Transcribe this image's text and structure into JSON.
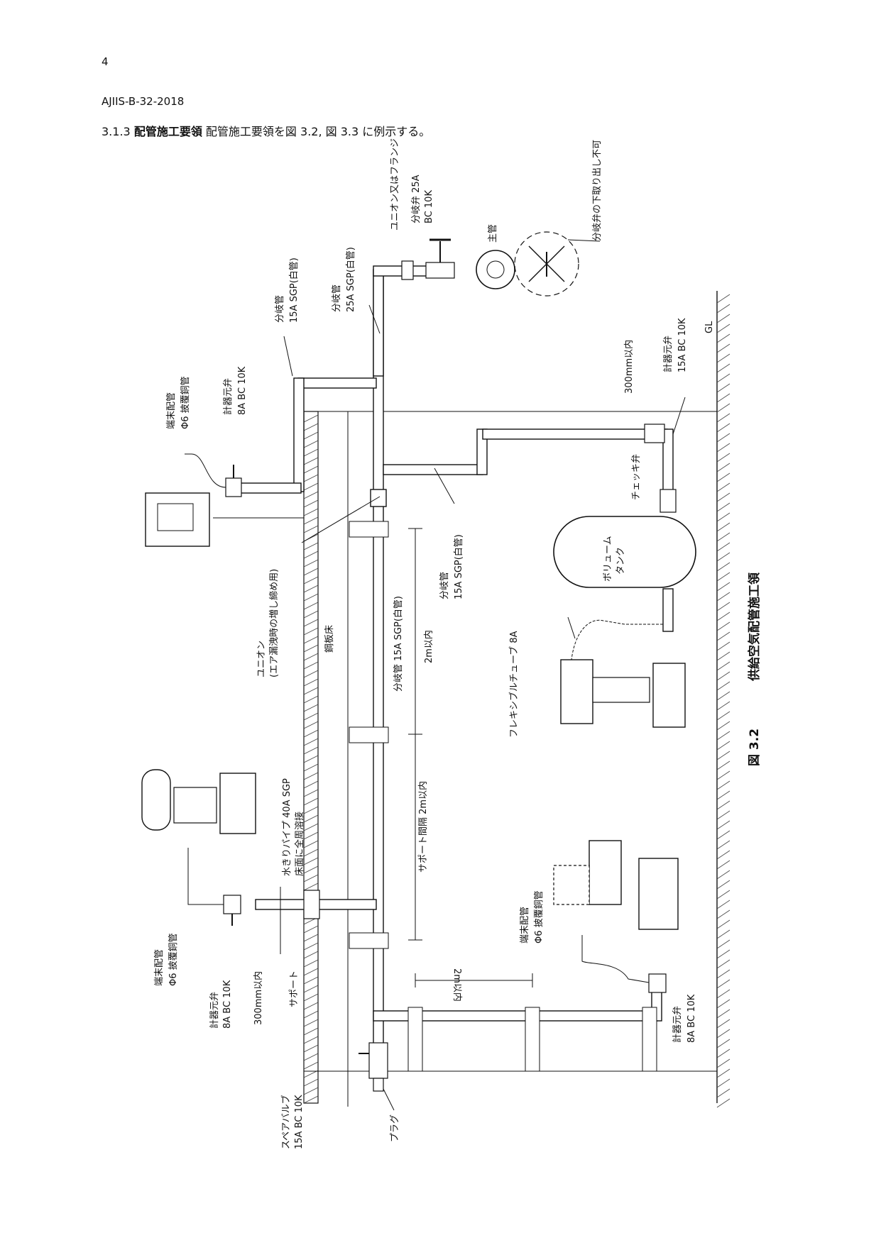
{
  "header": {
    "page_number": "4",
    "standard_code": "AJIIS-B-32-2018",
    "section_number": "3.1.3",
    "section_title": "配管施工要領",
    "section_body": "配管施工要領を図 3.2, 図 3.3 に例示する。"
  },
  "figure": {
    "caption_number": "図 3.2",
    "caption_title": "供給空気配管施工領",
    "labels": {
      "union_or_flange": "ユニオン又はフランジ",
      "branch_valve": "分岐弁 25A",
      "branch_valve_rating": "BC 10K",
      "main_pipe": "主管",
      "no_bottom_takeoff": "分岐弁の下取り出し不可",
      "branch_pipe_25a_1": "分岐管",
      "branch_pipe_25a_2": "25A SGP(白管)",
      "branch_pipe_15a_1": "分岐管",
      "branch_pipe_15a_2": "15A SGP(白管)",
      "gl": "GL",
      "instrument_valve_top_1": "計器元弁",
      "instrument_valve_top_2": "15A BC 10K",
      "dim_300_top": "300mm以内",
      "check_valve": "チェッキ弁",
      "terminal_pipe_1": "端末配管",
      "terminal_pipe_2": "Φ6 披覆銅管",
      "inst_valve_8a_1": "計器元弁",
      "inst_valve_8a_2": "8A BC 10K",
      "union_note_1": "ユニオン",
      "union_note_2": "(エア漏洩時の増し締め用)",
      "steel_floor": "鋼板床",
      "branch_pipe_vertical": "分岐管 15A SGP(白管)",
      "dim_2m_1": "2m以内",
      "branch_pipe_right_1": "分岐管",
      "branch_pipe_right_2": "15A SGP(白管)",
      "volume_tank_1": "ボリューム",
      "volume_tank_2": "タンク",
      "flexible_tube": "フレキシブルチューブ 8A",
      "drain_pipe_1": "水きりパイプ 40A SGP",
      "drain_pipe_2": "床面に全周溶接",
      "support_spacing": "サポート間隔 2m以内",
      "terminal_pipe_lower_1": "端末配管",
      "terminal_pipe_lower_2": "Φ6 披覆銅管",
      "inst_valve_lower_1": "計器元弁",
      "inst_valve_lower_2": "8A BC 10K",
      "dim_300_bottom": "300mm以内",
      "support": "サポート",
      "dim_2m_bottom": "2m以内",
      "terminal_pipe_right_1": "端末配管",
      "terminal_pipe_right_2": "Φ6 披覆銅管",
      "inst_valve_right_1": "計器元弁",
      "inst_valve_right_2": "8A BC 10K",
      "spare_valve_1": "スペアバルブ",
      "spare_valve_2": "15A BC 10K",
      "plug": "プラグ"
    }
  }
}
